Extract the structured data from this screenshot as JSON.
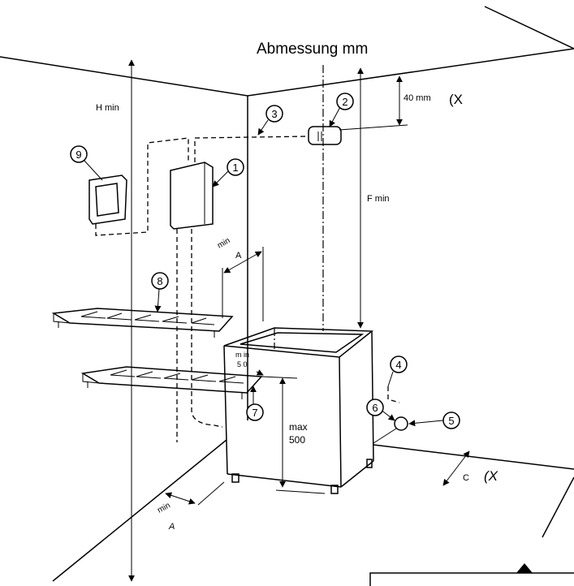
{
  "title": "Abmessung mm",
  "labels": {
    "h_min": "H min",
    "f_min": "F min",
    "dist_40": "40 mm",
    "note_x1": "(X",
    "note_x2": "(X",
    "min_a_top_1": "min",
    "min_a_top_2": "A",
    "min_a_bottom_1": "min",
    "min_a_bottom_2": "A",
    "min_50_1": "m in",
    "min_50_2": "5 0",
    "max_500_1": "max",
    "max_500_2": "500",
    "c_label": "C"
  },
  "callouts": [
    "1",
    "2",
    "3",
    "4",
    "5",
    "6",
    "7",
    "8",
    "9"
  ]
}
